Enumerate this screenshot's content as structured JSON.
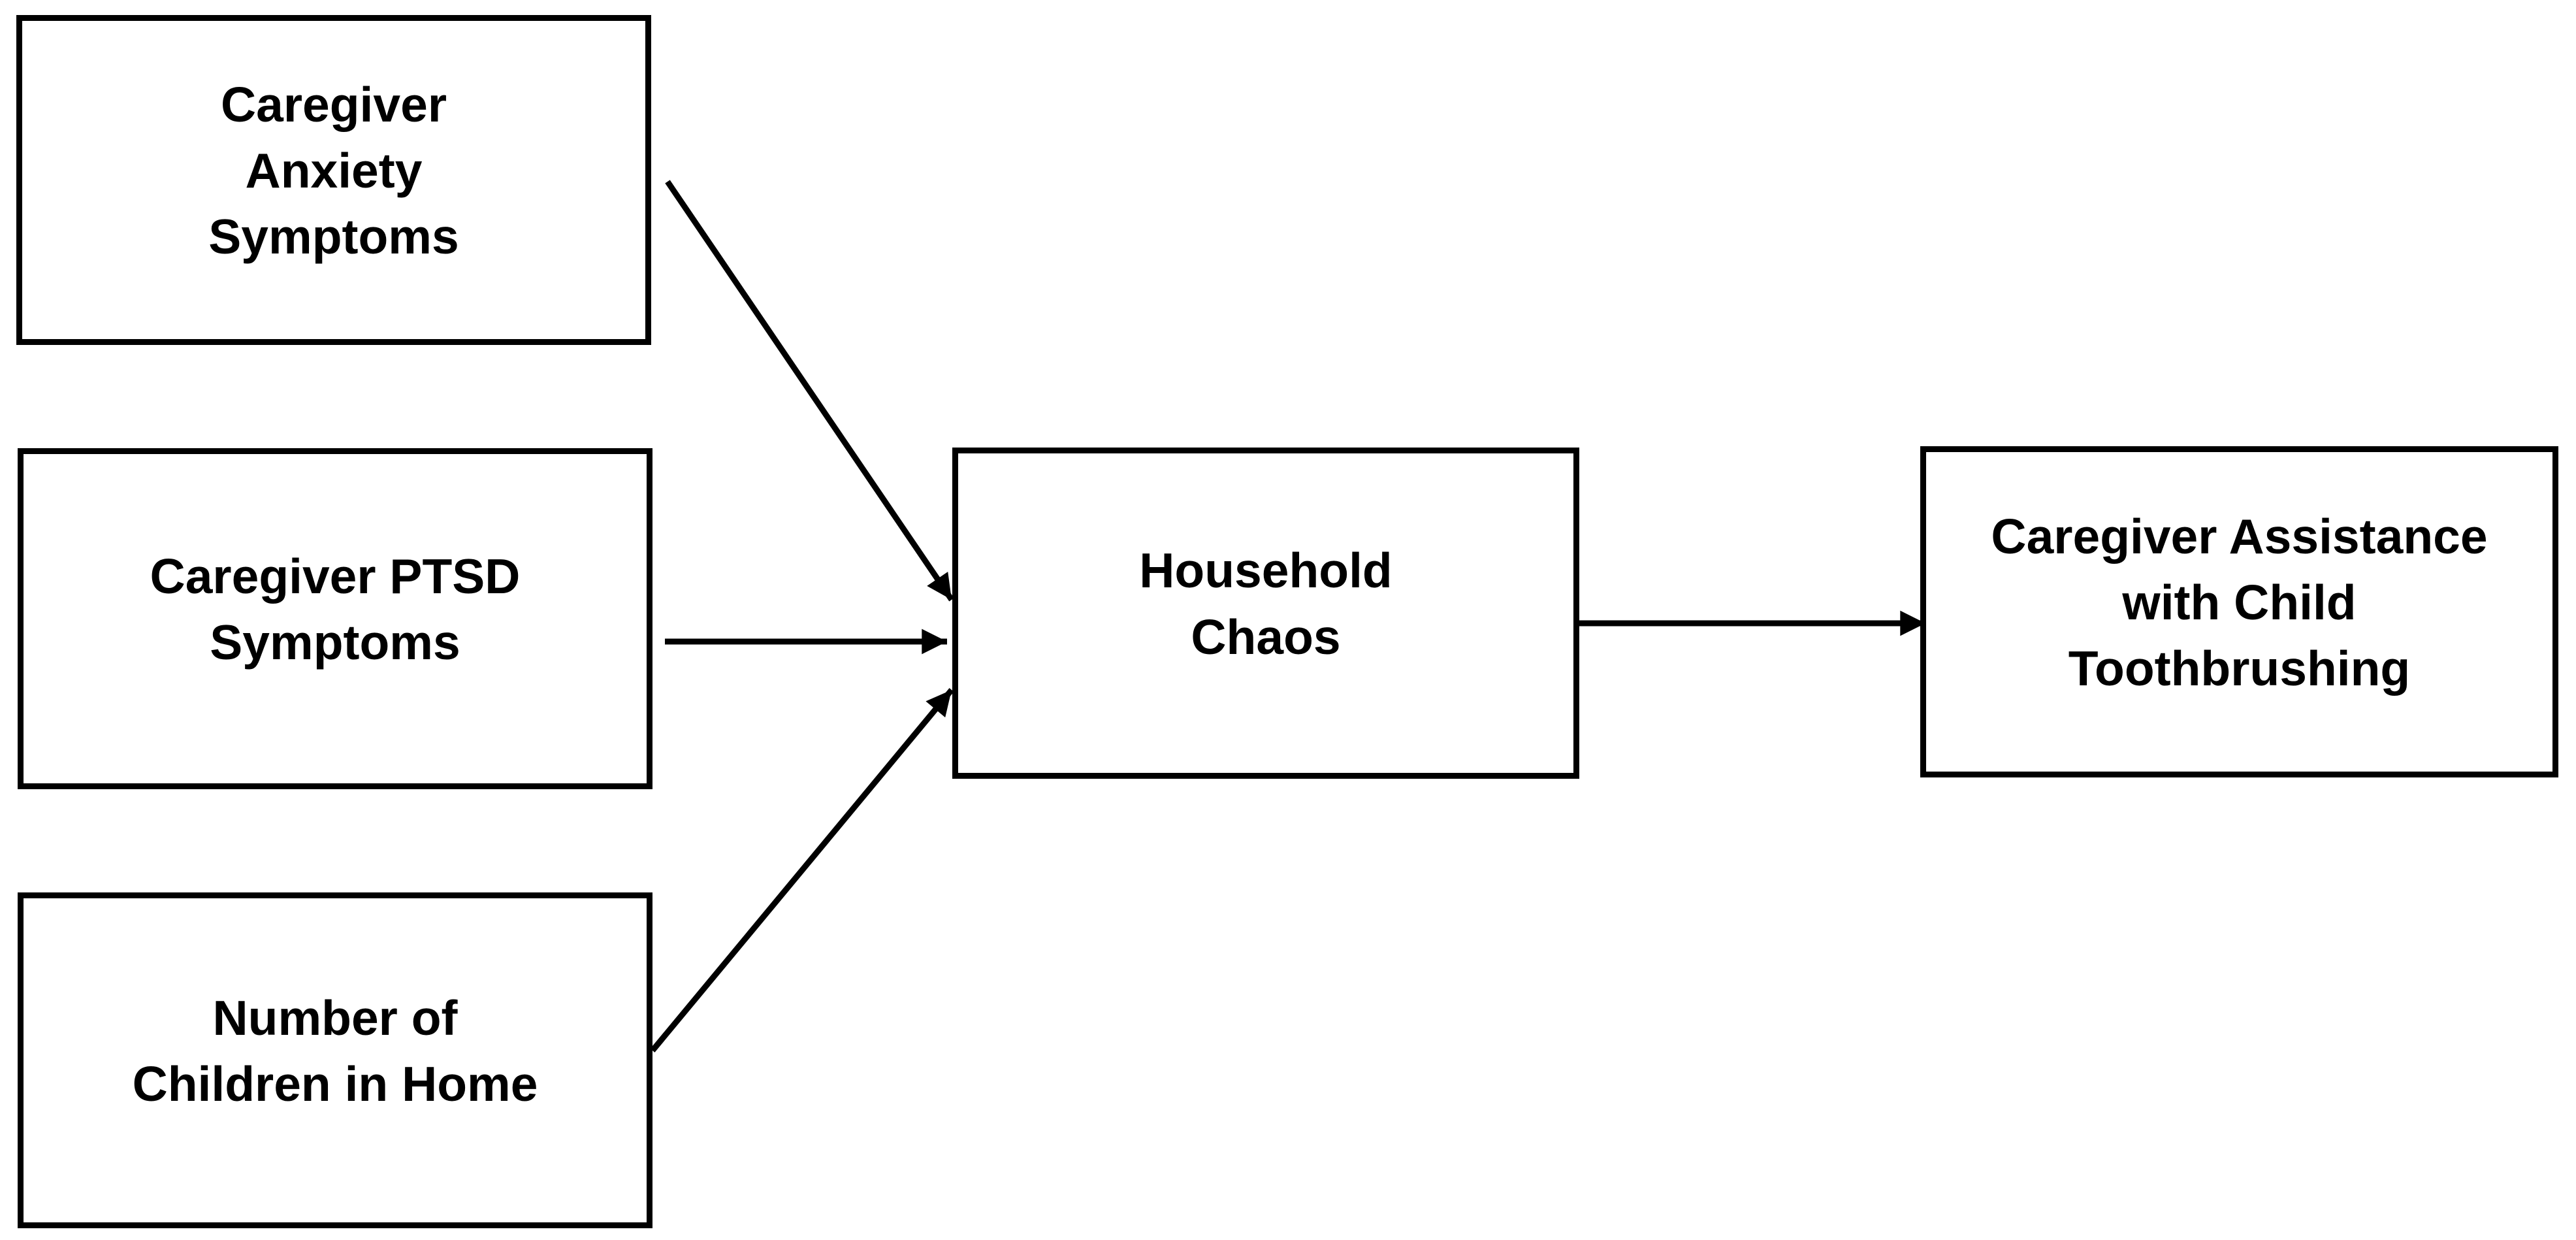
{
  "diagram": {
    "type": "flow-diagram",
    "background_color": "#ffffff",
    "line_color": "#000000",
    "nodes": {
      "anxiety": {
        "label": "Caregiver\nAnxiety\nSymptoms"
      },
      "ptsd": {
        "label": "Caregiver PTSD\nSymptoms"
      },
      "children": {
        "label": "Number of\nChildren in Home"
      },
      "chaos": {
        "label": "Household\nChaos"
      },
      "assistance": {
        "label": "Caregiver Assistance\nwith Child\nToothbrushing"
      }
    },
    "edges": [
      {
        "from": "Caregiver Anxiety Symptoms",
        "to": "Household Chaos"
      },
      {
        "from": "Caregiver PTSD Symptoms",
        "to": "Household Chaos"
      },
      {
        "from": "Number of Children in Home",
        "to": "Household Chaos"
      },
      {
        "from": "Household Chaos",
        "to": "Caregiver Assistance with Child Toothbrushing"
      }
    ]
  }
}
